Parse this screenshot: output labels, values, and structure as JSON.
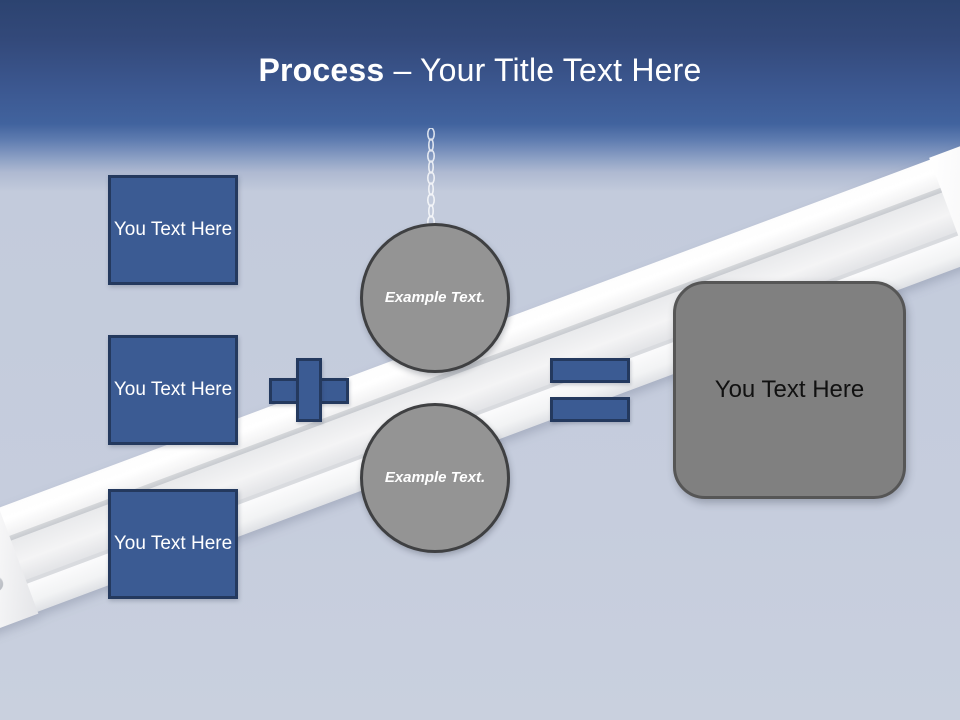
{
  "slide": {
    "title": {
      "bold_part": "Process",
      "regular_part": " – Your Title Text Here"
    },
    "background": {
      "header_top_color": "#2c4370",
      "header_mid_color": "#41639e",
      "body_color": "#c3cbdc"
    }
  },
  "input_boxes": [
    {
      "label": "You Text Here"
    },
    {
      "label": "You Text Here"
    },
    {
      "label": "You Text Here"
    }
  ],
  "operators": {
    "plus": "+",
    "equals": "="
  },
  "circles": [
    {
      "label": "Example Text."
    },
    {
      "label": "Example Text."
    }
  ],
  "result": {
    "label": "You Text Here"
  },
  "colors": {
    "box_fill": "#3b5b93",
    "box_border": "#24395e",
    "circle_fill": "#949494",
    "circle_border": "#3f4042",
    "result_fill": "#808080",
    "result_border": "#565656",
    "title_text": "#ffffff"
  },
  "decor": {
    "beam": "i-beam-girder",
    "chain": "hanging-chain"
  }
}
